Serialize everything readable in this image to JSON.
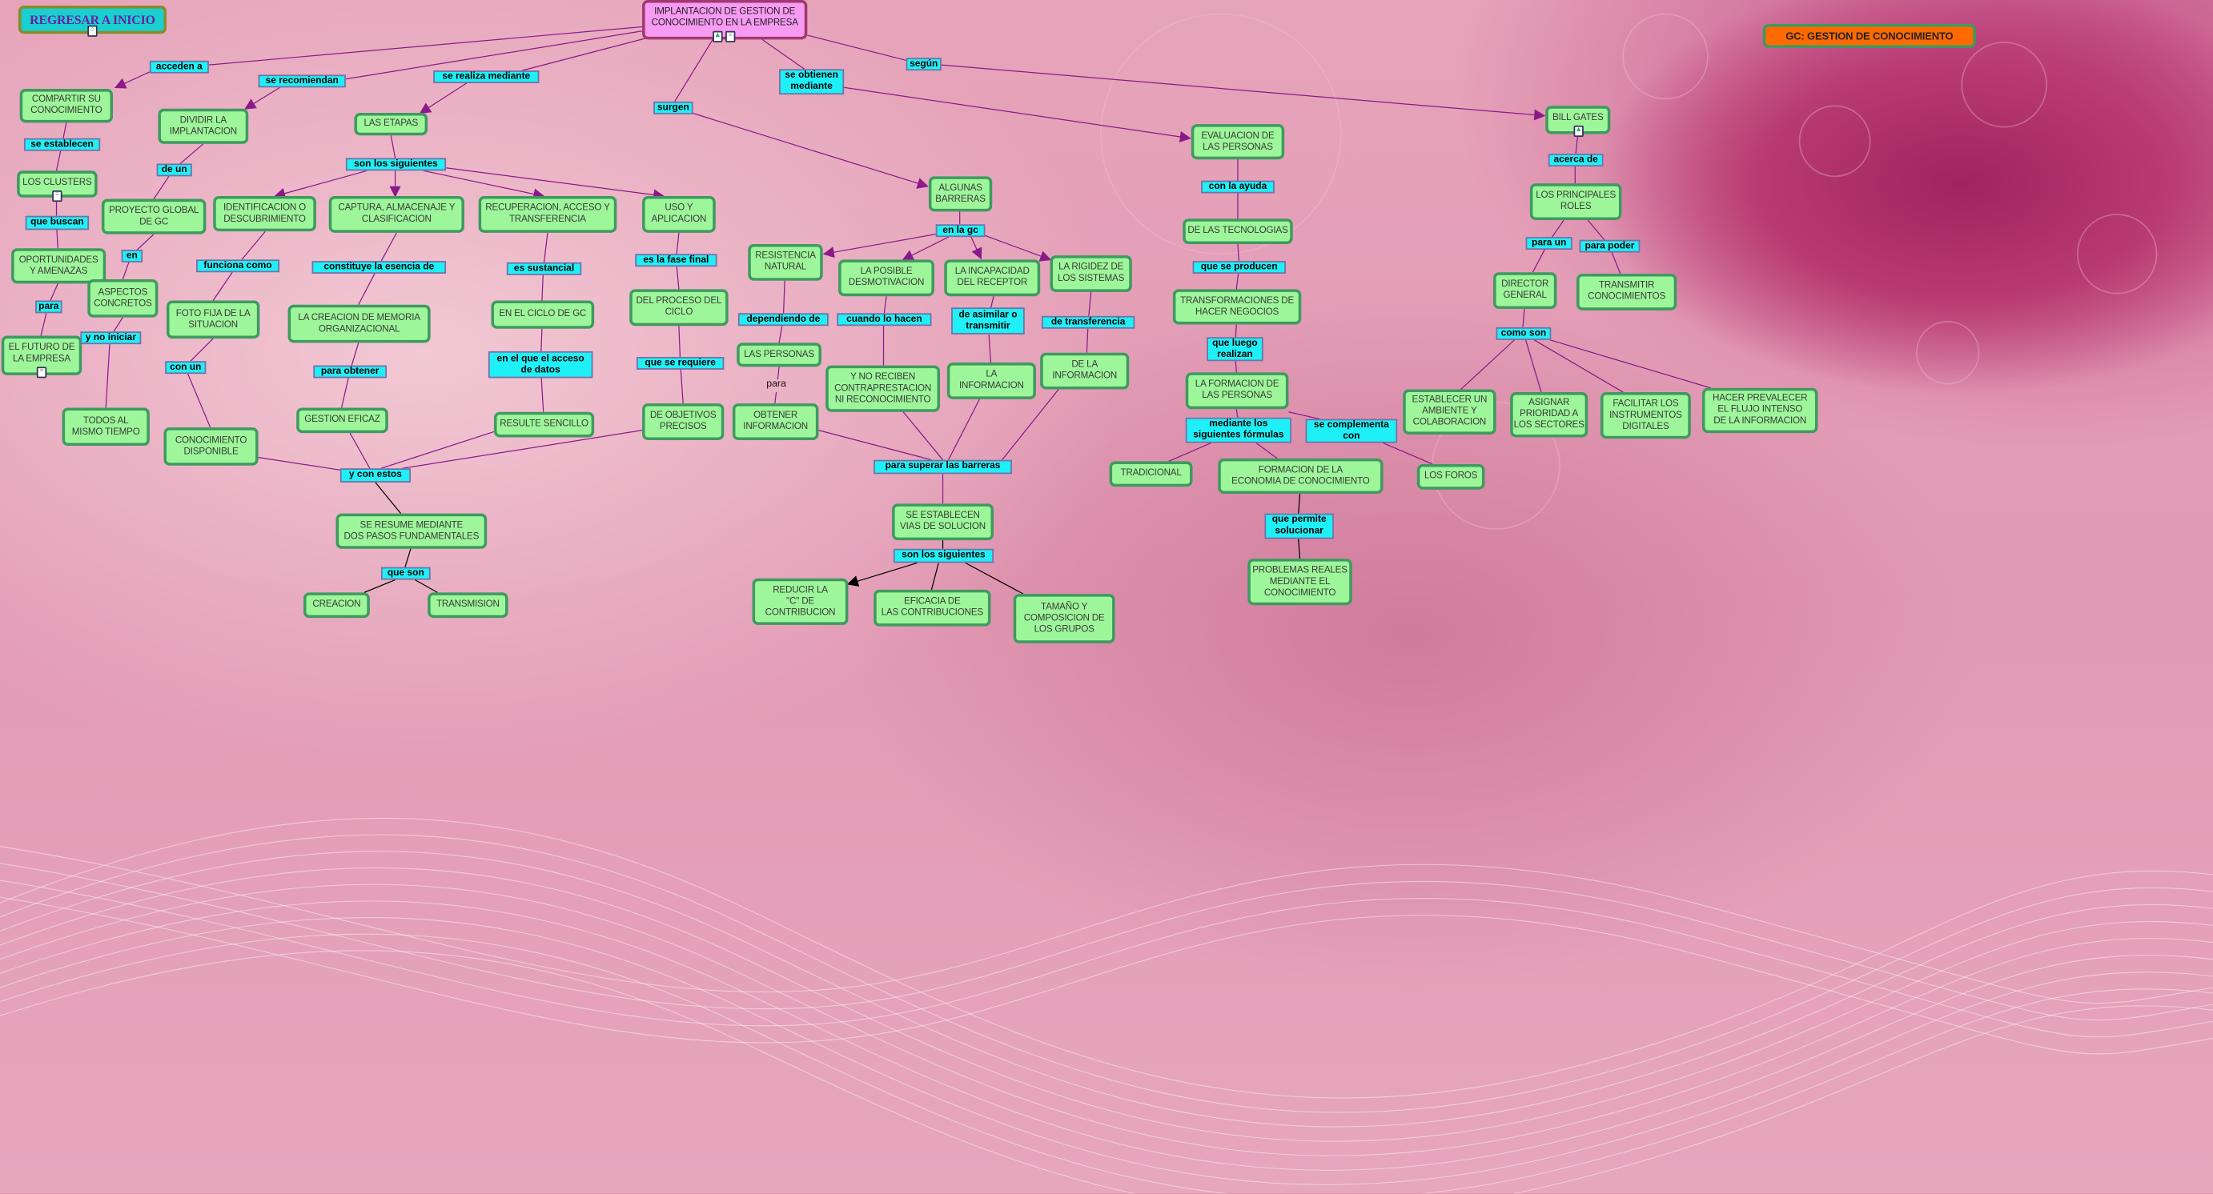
{
  "header": {
    "home_button": "REGRESAR A INICIO",
    "map_title": "GC: GESTION DE CONOCIMIENTO",
    "root": "IMPLANTACION DE GESTION DE\nCONOCIMIENTO EN LA EMPRESA"
  },
  "colors": {
    "concept_bg": "#9df79a",
    "concept_border": "#3f9a60",
    "link_label_bg": "#1ff0f7",
    "root_bg": "#f79af2",
    "title_bg": "#ff6a00",
    "home_bg": "#19cfcf",
    "line": "#8a1a8a"
  },
  "icons": {
    "home": "sitemap-icon",
    "image": "image-icon",
    "document": "document-icon"
  },
  "nodes": {
    "compartir": "COMPARTIR SU\nCONOCIMIENTO",
    "clusters": "LOS CLUSTERS",
    "oportunidades": "OPORTUNIDADES\nY AMENAZAS",
    "futuro": "EL FUTURO DE\nLA EMPRESA",
    "dividir": "DIVIDIR LA\nIMPLANTACION",
    "proyecto": "PROYECTO GLOBAL\nDE GC",
    "aspectos": "ASPECTOS\nCONCRETOS",
    "todos": "TODOS AL\nMISMO TIEMPO",
    "etapas": "LAS ETAPAS",
    "identificacion": "IDENTIFICACION O\nDESCUBRIMIENTO",
    "foto": "FOTO FIJA DE LA\nSITUACION",
    "conocimiento_disp": "CONOCIMIENTO\nDISPONIBLE",
    "captura": "CAPTURA, ALMACENAJE Y\nCLASIFICACION",
    "memoria": "LA CREACION DE MEMORIA\nORGANIZACIONAL",
    "gestion_eficaz": "GESTION EFICAZ",
    "recuperacion": "RECUPERACION, ACCESO Y\nTRANSFERENCIA",
    "ciclo": "EN EL CICLO DE GC",
    "sencillo": "RESULTE SENCILLO",
    "uso": "USO Y\nAPLICACION",
    "proceso": "DEL PROCESO DEL\nCICLO",
    "objetivos": "DE OBJETIVOS\nPRECISOS",
    "resume": "SE RESUME MEDIANTE\nDOS PASOS FUNDAMENTALES",
    "creacion": "CREACION",
    "transmision": "TRANSMISION",
    "barreras": "ALGUNAS\nBARRERAS",
    "resistencia": "RESISTENCIA\nNATURAL",
    "personas": "LAS PERSONAS",
    "obtener": "OBTENER\nINFORMACION",
    "desmotivacion": "LA POSIBLE\nDESMOTIVACION",
    "no_reciben": "Y NO RECIBEN\nCONTRAPRESTACION\nNI RECONOCIMIENTO",
    "incapacidad": "LA INCAPACIDAD\nDEL RECEPTOR",
    "la_informacion": "LA\nINFORMACION",
    "rigidez": "LA RIGIDEZ DE\nLOS SISTEMAS",
    "de_la_informacion": "DE LA\nINFORMACION",
    "vias": "SE ESTABLECEN\nVIAS DE SOLUCION",
    "reducir": "REDUCIR LA\n\"C\" DE\nCONTRIBUCION",
    "eficacia": "EFICACIA DE\nLAS CONTRIBUCIONES",
    "tamano": "TAMAÑO Y\nCOMPOSICION DE\nLOS GRUPOS",
    "evaluacion": "EVALUACION DE\nLAS PERSONAS",
    "tecnologias": "DE LAS TECNOLOGIAS",
    "transformaciones": "TRANSFORMACIONES DE\nHACER NEGOCIOS",
    "formacion": "LA FORMACION DE\nLAS PERSONAS",
    "tradicional": "TRADICIONAL",
    "economia": "FORMACION DE LA\nECONOMIA DE CONOCIMIENTO",
    "problemas": "PROBLEMAS REALES\nMEDIANTE EL\nCONOCIMIENTO",
    "foros": "LOS FOROS",
    "bill": "BILL GATES",
    "roles": "LOS PRINCIPALES\nROLES",
    "director": "DIRECTOR\nGENERAL",
    "transmitir": "TRANSMITIR\nCONOCIMIENTOS",
    "ambiente": "ESTABLECER UN\nAMBIENTE Y\nCOLABORACION",
    "prioridad": "ASIGNAR\nPRIORIDAD A\nLOS SECTORES",
    "instrumentos": "FACILITAR LOS\nINSTRUMENTOS\nDIGITALES",
    "flujo": "HACER PREVALECER\nEL FLUJO INTENSO\nDE LA INFORMACION"
  },
  "links": {
    "acceden": "acceden a",
    "recomiendan": "se recomiendan",
    "realiza": "se realiza mediante",
    "surgen": "surgen",
    "obtienen": "se obtienen\nmediante",
    "segun": "según",
    "establecen": "se establecen",
    "buscan": "que buscan",
    "para1": "para",
    "de_un": "de un",
    "en": "en",
    "no_iniciar": "y no iniciar",
    "siguientes1": "son los siguientes",
    "funciona": "funciona como",
    "con_un": "con un",
    "constituye": "constituye la esencia de",
    "para_obtener": "para obtener",
    "sustancial": "es sustancial",
    "acceso": "en el que el acceso\nde datos",
    "fase": "es la fase final",
    "requiere": "que se requiere",
    "con_estos": "y con estos",
    "que_son": "que son",
    "en_gc": "en la gc",
    "dependiendo": "dependiendo de",
    "para2": "para",
    "cuando": "cuando lo hacen",
    "asimilar": "de asimilar o\ntransmitir",
    "transferencia": "de transferencia",
    "superar": "para superar las barreras",
    "siguientes2": "son los siguientes",
    "ayuda": "con la ayuda",
    "producen": "que se producen",
    "luego": "que luego\nrealizan",
    "formulas": "mediante los\nsiguientes fórmulas",
    "complementa": "se complementa\ncon",
    "permite": "que permite\nsolucionar",
    "acerca": "acerca de",
    "para_un": "para un",
    "para_poder": "para poder",
    "como_son": "como son"
  }
}
